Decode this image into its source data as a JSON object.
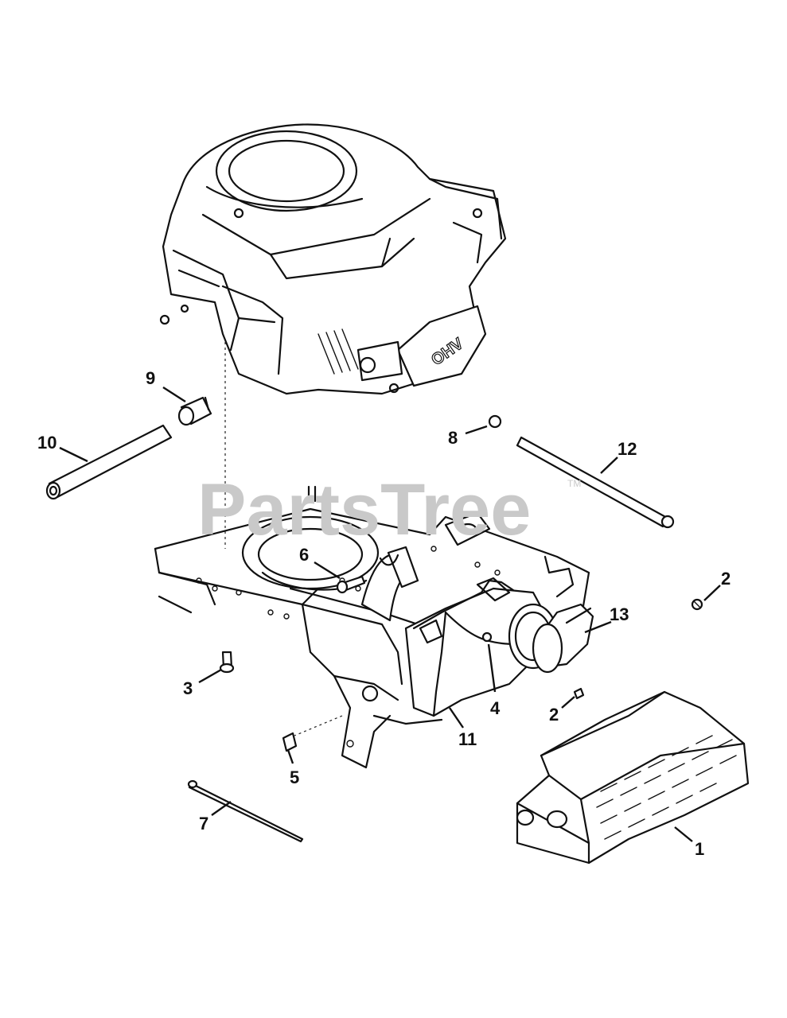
{
  "watermark": {
    "text": "PartsTree",
    "trademark": "TM"
  },
  "engine_marking": "OHV",
  "callouts": [
    {
      "id": "1",
      "label": "1"
    },
    {
      "id": "2a",
      "label": "2"
    },
    {
      "id": "2b",
      "label": "2"
    },
    {
      "id": "3",
      "label": "3"
    },
    {
      "id": "4",
      "label": "4"
    },
    {
      "id": "5",
      "label": "5"
    },
    {
      "id": "6",
      "label": "6"
    },
    {
      "id": "7",
      "label": "7"
    },
    {
      "id": "8",
      "label": "8"
    },
    {
      "id": "9",
      "label": "9"
    },
    {
      "id": "10",
      "label": "10"
    },
    {
      "id": "11",
      "label": "11"
    },
    {
      "id": "12",
      "label": "12"
    },
    {
      "id": "13",
      "label": "13"
    }
  ],
  "colors": {
    "line": "#111111",
    "watermark": "#c9c9c9",
    "background": "#ffffff"
  }
}
